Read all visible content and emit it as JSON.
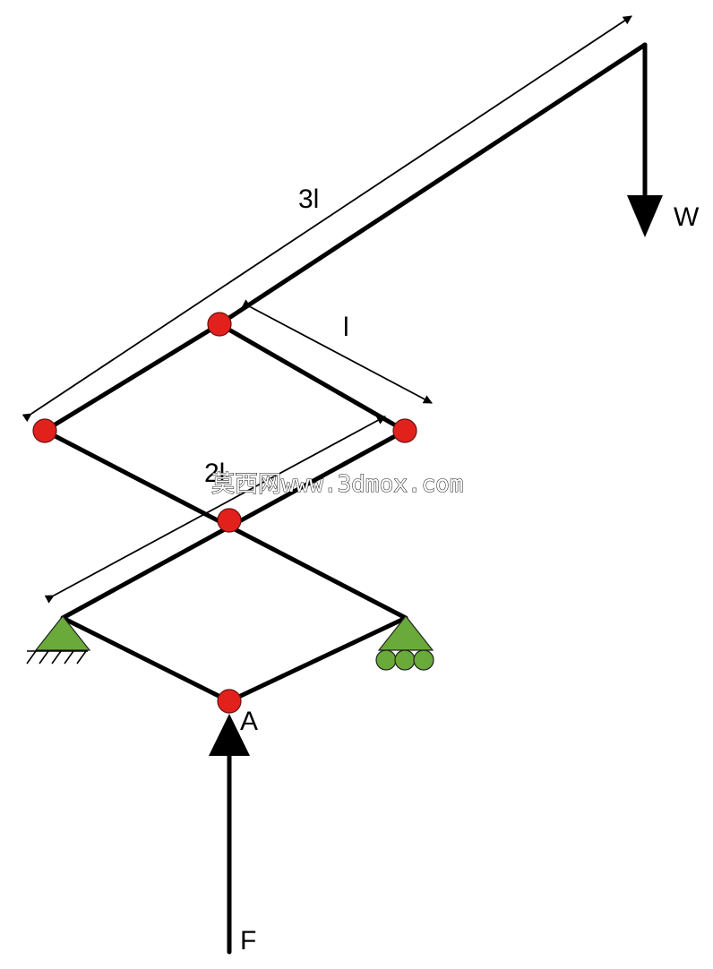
{
  "labels": {
    "dim_3l": "3l",
    "dim_l": "l",
    "dim_2l": "2l",
    "load_w": "W",
    "point_a": "A",
    "force_f": "F"
  },
  "watermark": "莫西网www.3dmox.com",
  "colors": {
    "member": "#000000",
    "joint": "#e3211c",
    "support": "#6aaa3a",
    "background": "#ffffff"
  }
}
